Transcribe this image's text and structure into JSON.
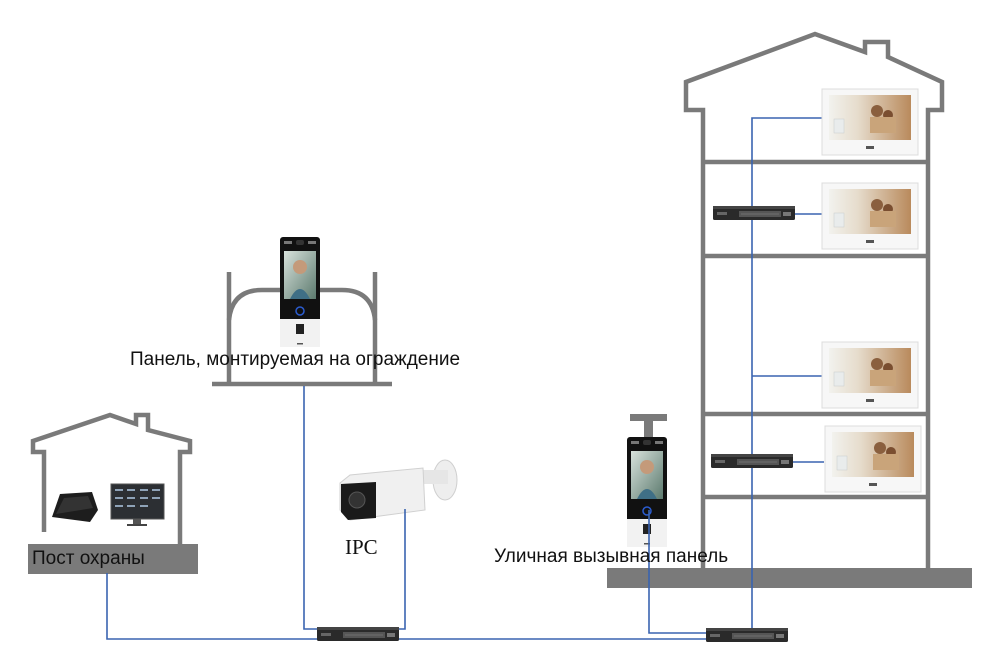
{
  "labels": {
    "guard_post": "Пост охраны",
    "fence_panel": "Панель, монтируемая на ограждение",
    "ipc": "IPC",
    "outdoor_panel": "Уличная вызывная панель"
  },
  "colors": {
    "wall": "#7a7a7a",
    "cable": "#3a64b0",
    "switch_body": "#2a2a2a",
    "panel_body": "#111111",
    "monitor_frame": "#f6f6f6"
  },
  "devices": {
    "indoor_monitors": 4,
    "building_switches": 2,
    "network_switches": 2
  }
}
